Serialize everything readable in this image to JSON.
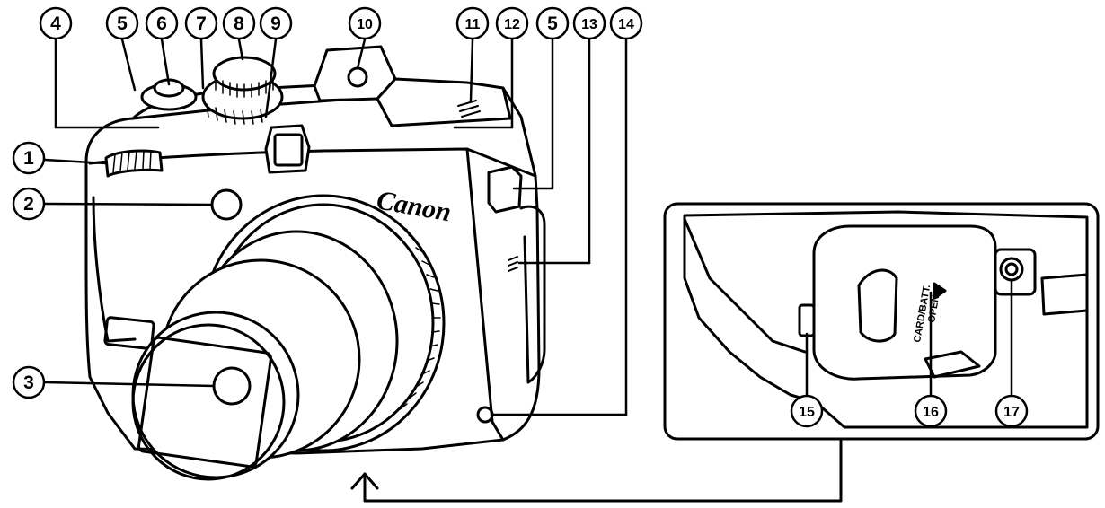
{
  "brand": "Canon",
  "door_label_line1": "CARD/BATT.",
  "door_label_line2": "OPEN",
  "callouts": [
    {
      "id": "1",
      "text": "1"
    },
    {
      "id": "2",
      "text": "2"
    },
    {
      "id": "3",
      "text": "3"
    },
    {
      "id": "4",
      "text": "4"
    },
    {
      "id": "5a",
      "text": "5"
    },
    {
      "id": "6",
      "text": "6"
    },
    {
      "id": "7",
      "text": "7"
    },
    {
      "id": "8",
      "text": "8"
    },
    {
      "id": "9",
      "text": "9"
    },
    {
      "id": "10",
      "text": "10"
    },
    {
      "id": "11",
      "text": "11"
    },
    {
      "id": "12",
      "text": "12"
    },
    {
      "id": "5b",
      "text": "5"
    },
    {
      "id": "13",
      "text": "13"
    },
    {
      "id": "14",
      "text": "14"
    },
    {
      "id": "15",
      "text": "15"
    },
    {
      "id": "16",
      "text": "16"
    },
    {
      "id": "17",
      "text": "17"
    }
  ],
  "colors": {
    "line": "#000000",
    "fill": "#ffffff"
  }
}
